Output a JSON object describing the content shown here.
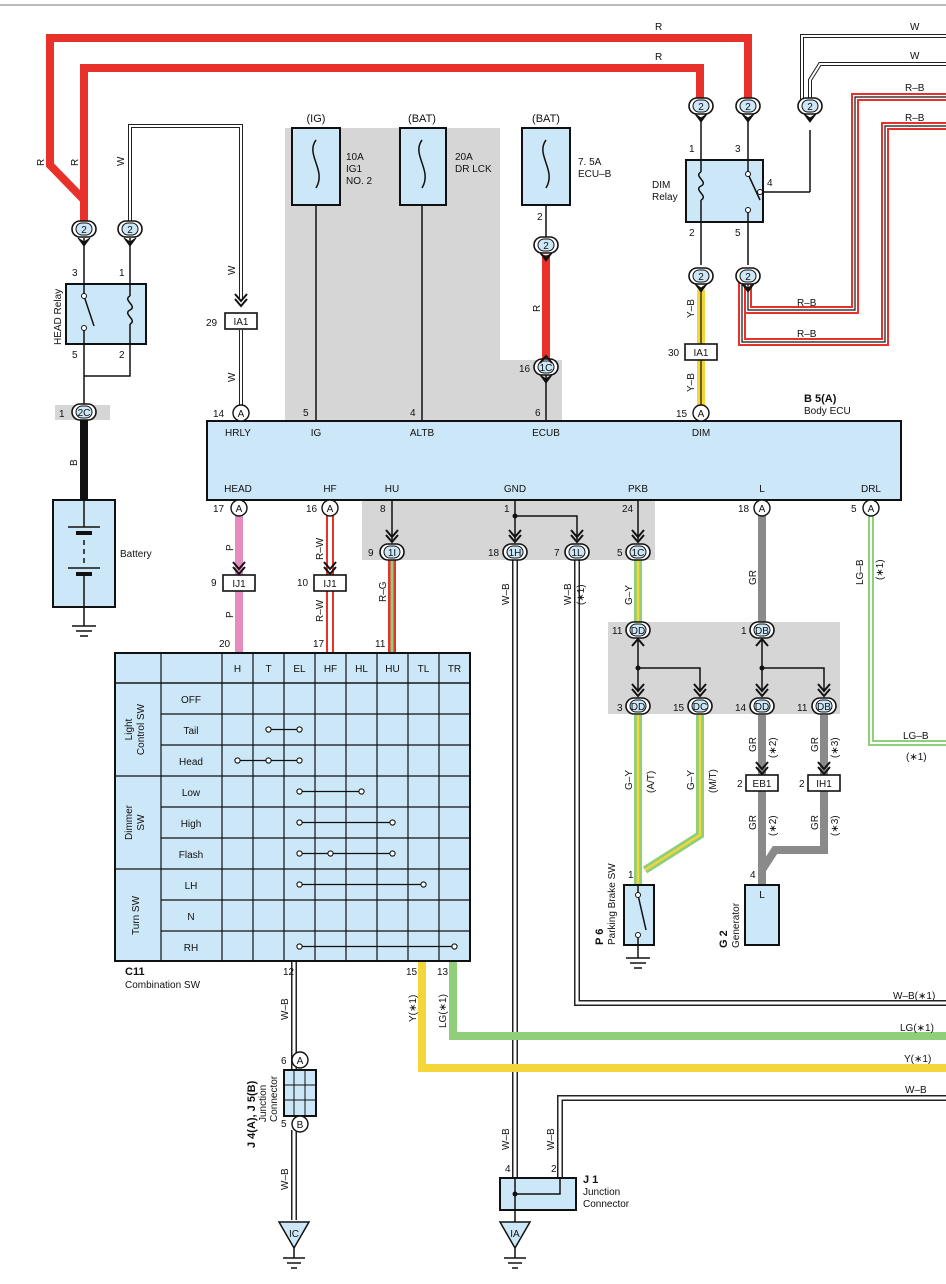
{
  "colors": {
    "red": "#e8312a",
    "yellow": "#f5d63a",
    "green": "#8fcf7a",
    "gray": "#8a8a8a",
    "pink": "#e58bc0",
    "component_fill": "#cce7f7",
    "shade": "#d6d6d6",
    "black": "#111111"
  },
  "fuses": [
    {
      "header": "(IG)",
      "rating": "10A",
      "name1": "IG1",
      "name2": "NO. 2"
    },
    {
      "header": "(BAT)",
      "rating": "20A",
      "name1": "DR LCK",
      "name2": ""
    },
    {
      "header": "(BAT)",
      "rating": "7. 5A",
      "name1": "ECU–B",
      "name2": ""
    }
  ],
  "wire_codes": {
    "r": "R",
    "w": "W",
    "rb": "R–B",
    "yb": "Y–B",
    "b": "B",
    "p": "P",
    "rw": "R–W",
    "rg": "R–G",
    "wb": "W–B",
    "wb1": "W–B(∗1)",
    "lg1": "LG(∗1)",
    "y1": "Y(∗1)",
    "gy": "G–Y",
    "gr": "GR",
    "lgb": "LG–B",
    "at": "(A/T)",
    "mt": "(M/T)",
    "s1": "(∗1)",
    "s2": "(∗2)",
    "s3": "(∗3)"
  },
  "head_relay": {
    "label": "HEAD Relay",
    "pins": [
      "3",
      "1",
      "5",
      "2"
    ]
  },
  "dim_relay": {
    "label1": "DIM",
    "label2": "Relay",
    "pins": [
      "1",
      "3",
      "4",
      "2",
      "5"
    ]
  },
  "battery": {
    "label": "Battery"
  },
  "connectors": {
    "c2": "2",
    "ia1": "IA1",
    "ij1": "IJ1",
    "eb1": "EB1",
    "ih1": "IH1",
    "c2c": "2C",
    "c1c": "1C",
    "c1i": "1I",
    "c1h": "1H",
    "c1l": "1L",
    "dd": "DD",
    "db": "DB",
    "dc": "DC",
    "a": "A",
    "b": "B",
    "ic": "IC",
    "iA": "IA"
  },
  "pin_numbers": {
    "p1": "1",
    "p2": "2",
    "p3": "3",
    "p4": "4",
    "p5": "5",
    "p6": "6",
    "p7": "7",
    "p8": "8",
    "p9": "9",
    "p10": "10",
    "p11": "11",
    "p12": "12",
    "p13": "13",
    "p14": "14",
    "p15": "15",
    "p16": "16",
    "p17": "17",
    "p18": "18",
    "p20": "20",
    "p24": "24",
    "p29": "29",
    "p30": "30"
  },
  "body_ecu": {
    "code": "B 5(A)",
    "name": "Body ECU",
    "top_pins": [
      "HRLY",
      "IG",
      "ALTB",
      "ECUB",
      "DIM"
    ],
    "bottom_pins": [
      "HEAD",
      "HF",
      "HU",
      "GND",
      "PKB",
      "L",
      "DRL"
    ]
  },
  "combination_sw": {
    "code": "C11",
    "name": "Combination SW",
    "columns": [
      "H",
      "T",
      "EL",
      "HF",
      "HL",
      "HU",
      "TL",
      "TR"
    ],
    "groups": [
      {
        "name1": "Light",
        "name2": "Control SW",
        "rows": [
          "OFF",
          "Tail",
          "Head"
        ]
      },
      {
        "name1": "Dimmer",
        "name2": "SW",
        "rows": [
          "Low",
          "High",
          "Flash"
        ]
      },
      {
        "name1": "Turn SW",
        "name2": "",
        "rows": [
          "LH",
          "N",
          "RH"
        ]
      }
    ]
  },
  "junction_j4": {
    "code": "J 4(A), J 5(B)",
    "name1": "Junction",
    "name2": "Connector"
  },
  "junction_j1": {
    "code": "J 1",
    "name1": "Junction",
    "name2": "Connector"
  },
  "parking_brake": {
    "code": "P 6",
    "name": "Parking Brake SW"
  },
  "generator": {
    "code": "G 2",
    "name": "Generator",
    "terminal": "L"
  }
}
